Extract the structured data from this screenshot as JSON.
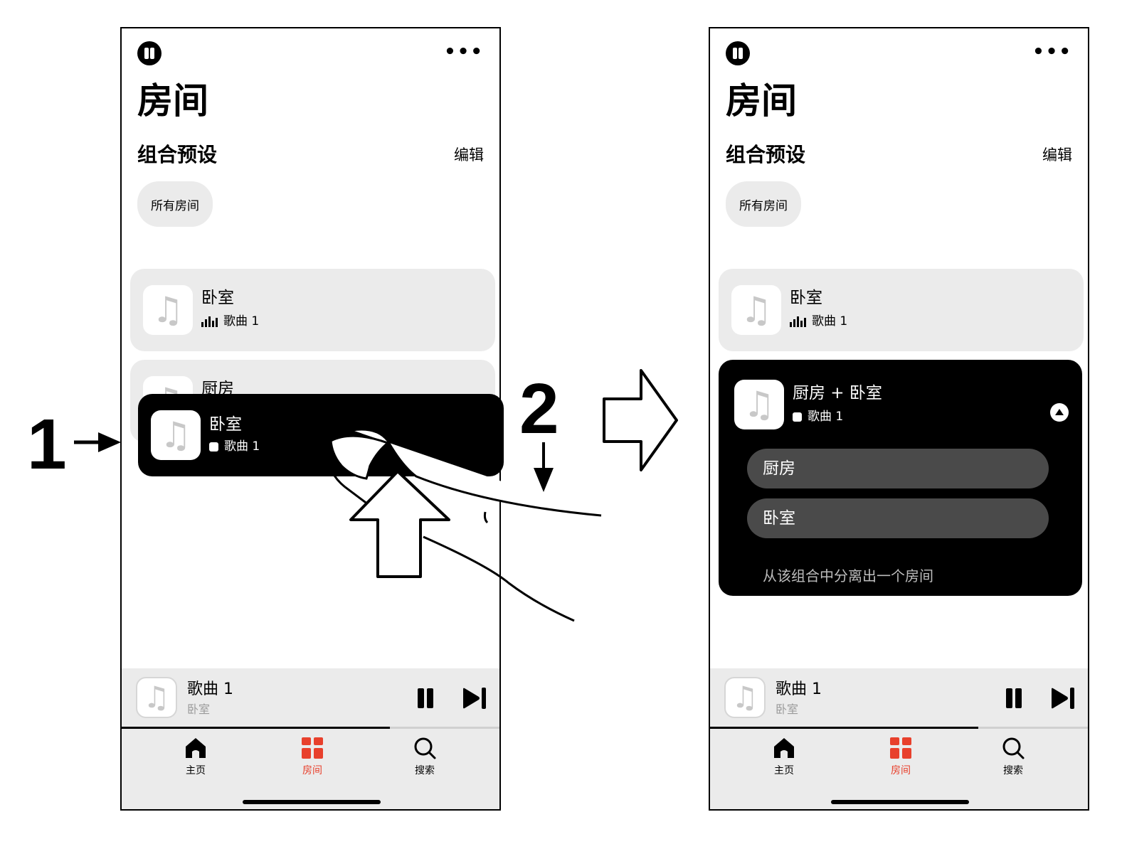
{
  "steps": {
    "one": "1",
    "two": "2"
  },
  "left_screen": {
    "page_title": "房间",
    "section_title": "组合预设",
    "edit_label": "编辑",
    "preset_chip": "所有房间",
    "cards": [
      {
        "name": "卧室",
        "track": "歌曲 1"
      },
      {
        "name": "厨房"
      }
    ],
    "dragged_card": {
      "name": "卧室",
      "track": "歌曲 1"
    },
    "mini_player": {
      "title": "歌曲 1",
      "room": "卧室",
      "progress": 0.71
    },
    "tabs": [
      {
        "label": "主页",
        "icon": "home-icon"
      },
      {
        "label": "房间",
        "icon": "rooms-icon",
        "active": true
      },
      {
        "label": "搜索",
        "icon": "search-icon"
      }
    ]
  },
  "right_screen": {
    "page_title": "房间",
    "section_title": "组合预设",
    "edit_label": "编辑",
    "preset_chip": "所有房间",
    "cards": [
      {
        "name": "卧室",
        "track": "歌曲 1"
      }
    ],
    "group_card": {
      "name": "厨房 + 卧室",
      "track": "歌曲 1",
      "members": [
        "厨房",
        "卧室"
      ],
      "hint": "从该组合中分离出一个房间"
    },
    "mini_player": {
      "title": "歌曲 1",
      "room": "卧室",
      "progress": 0.71
    },
    "tabs": [
      {
        "label": "主页",
        "icon": "home-icon"
      },
      {
        "label": "房间",
        "icon": "rooms-icon",
        "active": true
      },
      {
        "label": "搜索",
        "icon": "search-icon"
      }
    ]
  },
  "colors": {
    "accent": "#e8402c",
    "card_bg": "#ebebeb",
    "dark_card": "#000000",
    "pill": "#4a4a4a"
  }
}
